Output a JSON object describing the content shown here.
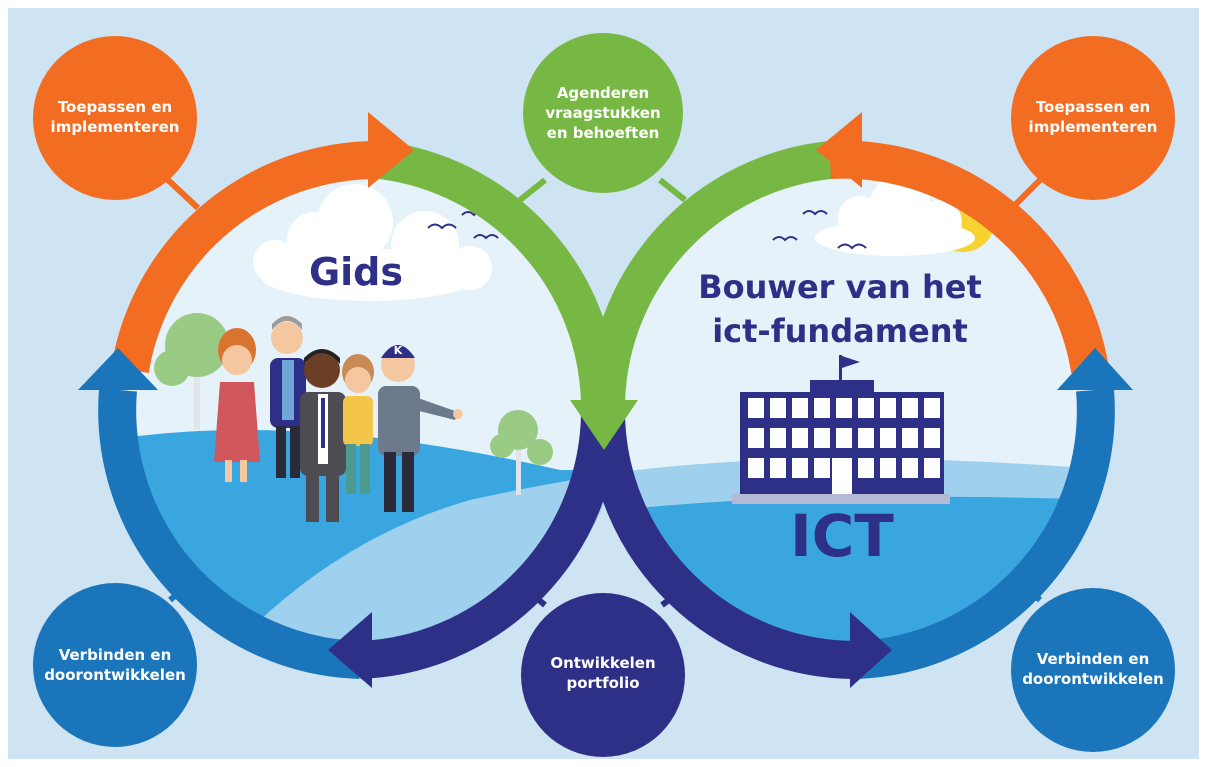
{
  "diagram": {
    "left_title": "Gids",
    "right_title_line1": "Bouwer van het",
    "right_title_line2": "ict-fundament",
    "building_label": "ICT",
    "cap_letter": "K",
    "nodes": {
      "top_left": {
        "line1": "Toepassen en",
        "line2": "implementeren"
      },
      "top_center": {
        "line1": "Agenderen",
        "line2": "vraagstukken",
        "line3": "en behoeften"
      },
      "top_right": {
        "line1": "Toepassen en",
        "line2": "implementeren"
      },
      "bottom_left": {
        "line1": "Verbinden en",
        "line2": "doorontwikkelen"
      },
      "bottom_center": {
        "line1": "Ontwikkelen",
        "line2": "portfolio"
      },
      "bottom_right": {
        "line1": "Verbinden en",
        "line2": "doorontwikkelen"
      }
    },
    "colors": {
      "background": "#cfe4f3",
      "orange": "#f26d21",
      "green": "#76b843",
      "blue": "#1b75bb",
      "navy": "#2e2f86",
      "sky": "#e6f2fa",
      "hill_light": "#9fd0ee",
      "hill_dark": "#3aa6e0"
    }
  }
}
